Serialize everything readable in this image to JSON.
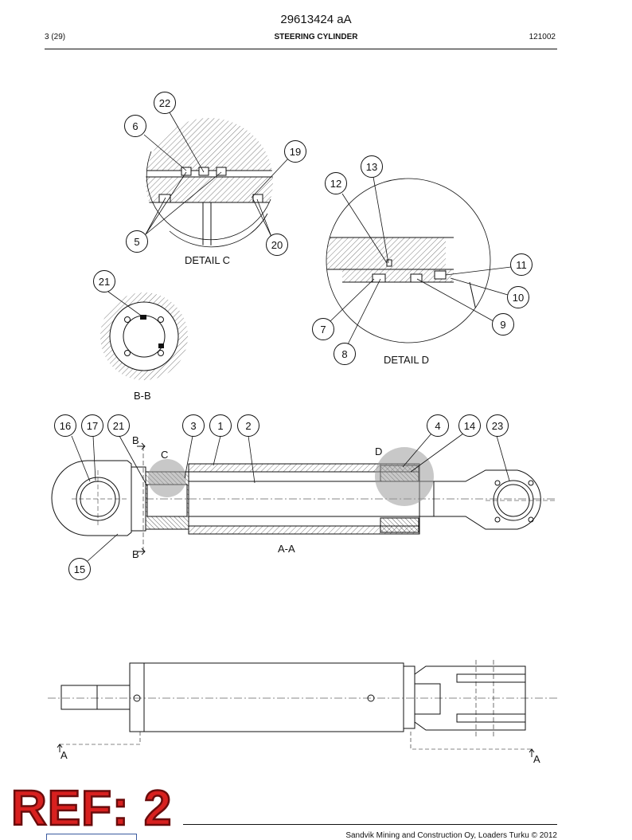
{
  "header": {
    "document_number": "29613424 aA",
    "page": "3 (29)",
    "title": "STEERING CYLINDER",
    "code": "121002"
  },
  "footer": {
    "copyright": "Sandvik Mining and Construction Oy, Loaders Turku © 2012",
    "ref_stamp": "REF: 2"
  },
  "labels": {
    "detail_c": "DETAIL C",
    "detail_d": "DETAIL D",
    "section_bb": "B-B",
    "section_aa": "A-A",
    "mark_b": "B",
    "mark_c": "C",
    "mark_d": "D",
    "mark_a": "A"
  },
  "balloons": {
    "b22": "22",
    "b6": "6",
    "b19": "19",
    "b5": "5",
    "b20": "20",
    "b13": "13",
    "b12": "12",
    "b11": "11",
    "b10": "10",
    "b9": "9",
    "b7": "7",
    "b8": "8",
    "b21a": "21",
    "b16": "16",
    "b17": "17",
    "b21b": "21",
    "b3": "3",
    "b1": "1",
    "b2": "2",
    "b4": "4",
    "b14": "14",
    "b23": "23",
    "b15": "15"
  }
}
